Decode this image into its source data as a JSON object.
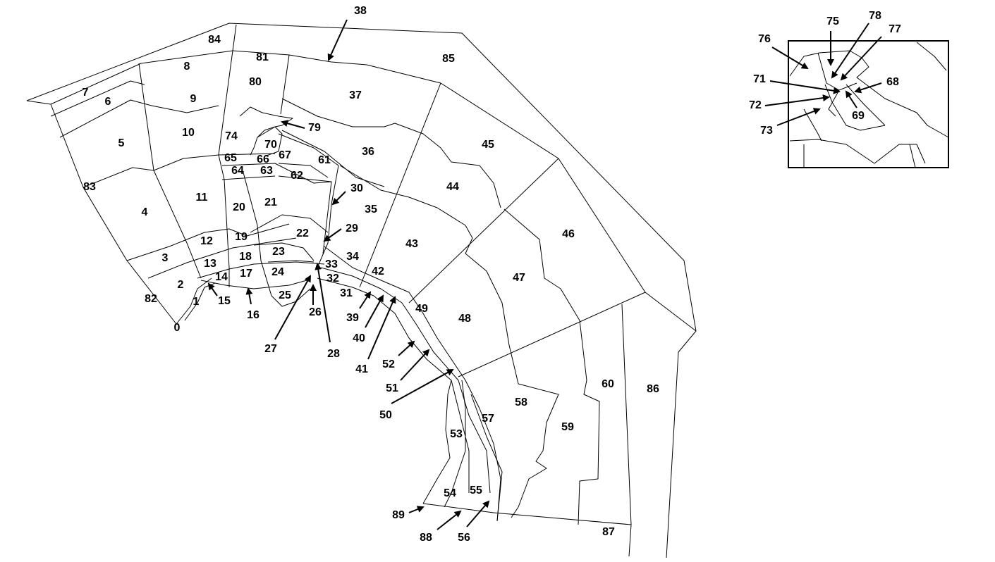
{
  "map": {
    "description_labels": {
      "zones": [
        "0",
        "1",
        "2",
        "3",
        "4",
        "5",
        "6",
        "7",
        "8",
        "9",
        "10",
        "11",
        "12",
        "13",
        "14",
        "15",
        "16",
        "17",
        "18",
        "19",
        "20",
        "21",
        "22",
        "23",
        "24",
        "25",
        "26",
        "27",
        "28",
        "29",
        "30",
        "31",
        "32",
        "33",
        "34",
        "35",
        "36",
        "37",
        "38",
        "39",
        "40",
        "41",
        "42",
        "43",
        "44",
        "45",
        "46",
        "47",
        "48",
        "49",
        "50",
        "51",
        "52",
        "53",
        "54",
        "55",
        "56",
        "57",
        "58",
        "59",
        "60",
        "61",
        "62",
        "63",
        "64",
        "65",
        "66",
        "67",
        "70",
        "74",
        "79",
        "80",
        "81",
        "82",
        "83",
        "84",
        "85",
        "86",
        "87",
        "88",
        "89"
      ],
      "inset_zones": [
        "68",
        "69",
        "71",
        "72",
        "73",
        "75",
        "76",
        "77",
        "78"
      ]
    }
  },
  "labels": {
    "z0": "0",
    "z1": "1",
    "z2": "2",
    "z3": "3",
    "z4": "4",
    "z5": "5",
    "z6": "6",
    "z7": "7",
    "z8": "8",
    "z9": "9",
    "z10": "10",
    "z11": "11",
    "z12": "12",
    "z13": "13",
    "z14": "14",
    "z15": "15",
    "z16": "16",
    "z17": "17",
    "z18": "18",
    "z19": "19",
    "z20": "20",
    "z21": "21",
    "z22": "22",
    "z23": "23",
    "z24": "24",
    "z25": "25",
    "z26": "26",
    "z27": "27",
    "z28": "28",
    "z29": "29",
    "z30": "30",
    "z31": "31",
    "z32": "32",
    "z33": "33",
    "z34": "34",
    "z35": "35",
    "z36": "36",
    "z37": "37",
    "z38": "38",
    "z39": "39",
    "z40": "40",
    "z41": "41",
    "z42": "42",
    "z43": "43",
    "z44": "44",
    "z45": "45",
    "z46": "46",
    "z47": "47",
    "z48": "48",
    "z49": "49",
    "z50": "50",
    "z51": "51",
    "z52": "52",
    "z53": "53",
    "z54": "54",
    "z55": "55",
    "z56": "56",
    "z57": "57",
    "z58": "58",
    "z59": "59",
    "z60": "60",
    "z61": "61",
    "z62": "62",
    "z63": "63",
    "z64": "64",
    "z65": "65",
    "z66": "66",
    "z67": "67",
    "z70": "70",
    "z74": "74",
    "z79": "79",
    "z80": "80",
    "z81": "81",
    "z82": "82",
    "z83": "83",
    "z84": "84",
    "z85": "85",
    "z86": "86",
    "z87": "87",
    "z88": "88",
    "z89": "89",
    "i68": "68",
    "i69": "69",
    "i71": "71",
    "i72": "72",
    "i73": "73",
    "i75": "75",
    "i76": "76",
    "i77": "77",
    "i78": "78"
  },
  "colors": {
    "line": "#000000",
    "background": "#ffffff",
    "text": "#000000"
  }
}
